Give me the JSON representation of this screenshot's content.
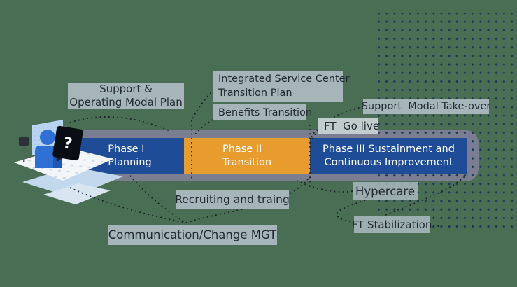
{
  "colors": {
    "background": "#4A6E53",
    "band": "#7A7E90",
    "phase_blue": "#1E4C97",
    "phase_orange": "#E99C2E",
    "label_bg": "#ADBBC3",
    "label_text": "#222A32",
    "dot_grid": "#1C3A55",
    "connector_dots": "#191F26",
    "phase_text": "#FFFFFF"
  },
  "phases": [
    {
      "line1": "Phase I",
      "line2": "Planning",
      "color": "#1E4C97"
    },
    {
      "line1": "Phase II",
      "line2": "Transition",
      "color": "#E99C2E"
    },
    {
      "line1": "Phase III Sustainment and",
      "line2": "Continuous Improvement",
      "color": "#1E4C97"
    }
  ],
  "labels": {
    "support_operating_line1": "Support &",
    "support_operating_line2": "Operating Modal Plan",
    "integrated_line1": "Integrated Service Center",
    "integrated_line2": "Transition Plan",
    "benefits": "Benefits Transition",
    "support_takeover": "Support  Modal Take-over",
    "ft_golive": "FT  Go live",
    "recruiting": "Recruiting and traing",
    "hypercare": "Hypercare",
    "ft_stabilization": "FT Stabilization",
    "communication": "Communication/Change MGT"
  },
  "illustration": {
    "question_mark": "?"
  }
}
